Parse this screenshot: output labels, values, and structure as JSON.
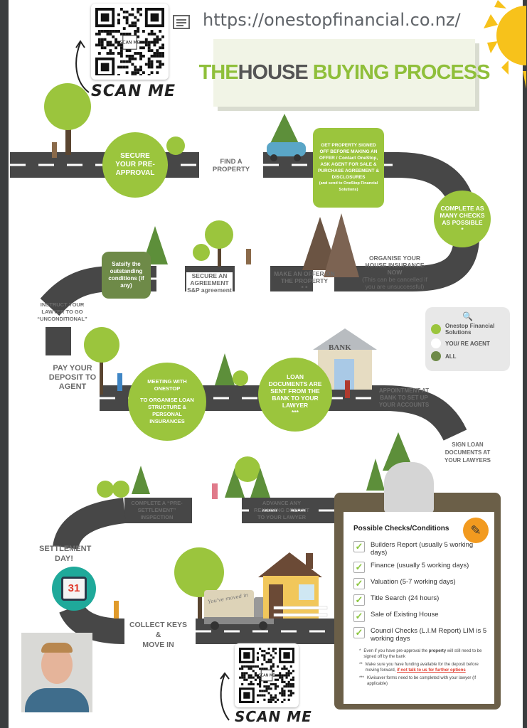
{
  "header": {
    "url": "https://onestopfinancial.co.nz/",
    "title_parts": [
      "THE ",
      "HOUSE",
      " BUYING PROCESS"
    ],
    "scan_me": "SCAN ME",
    "qr_badge": "SCAN ME"
  },
  "colors": {
    "green": "#9bc53d",
    "dark_green": "#6e8a48",
    "road": "#474747",
    "label_gray": "#6b6b6b",
    "sun": "#f7c21b",
    "clipboard": "#6b5f48"
  },
  "steps": {
    "pre_approval": "SECURE YOUR PRE-APPROVAL",
    "find_property": "FIND A PROPERTY",
    "signed_off": [
      "GET PROPERTY SIGNED OFF BEFORE MAKING AN OFFER / Contact OneStop,",
      "ASK AGENT FOR SALE & PURCHASE AGREEMENT & DISCLOSURES",
      "(and send to OneStop Financial Solutions)"
    ],
    "complete_checks": "COMPLETE AS MANY CHECKS AS POSSIBLE",
    "complete_checks_mark": "*",
    "insurance": "ORGANISE YOUR HOUSE INSURANCE NOW",
    "insurance_note": "(This can be cancelled if you are unsuccessful)",
    "make_offer": "MAKE AN OFFER ON THE PROPERTY",
    "make_offer_mark": "* *",
    "secure_agreement": "SECURE AN AGREEMENT",
    "secure_agreement_sub": "S&P agreement",
    "satisfy": "Satsify the outstanding conditions (if any)",
    "unconditional": "INSTRUCT YOUR LAWYER TO GO “UNCONDITIONAL”",
    "deposit": "PAY YOUR DEPOSIT TO AGENT",
    "meeting": "MEETING WITH ONESTOP",
    "meeting_sub": "TO ORGANISE LOAN STRUCTURE & PERSONAL INSURANCES",
    "loan_docs": "LOAN DOCUMENTS ARE SENT FROM THE BANK TO YOUR LAWYER",
    "loan_docs_mark": "***",
    "bank": "BANK",
    "appointment": "APPOINTMENT AT BANK TO SET UP YOUR ACCOUNTS",
    "sign_docs": "SIGN LOAN DOCUMENTS AT YOUR LAWYERS",
    "advance": "ADVANCE ANY REMAINING DEPOSIT TO YOUR LAWYER",
    "pre_settlement": "COMPLETE A “PRE-SETTLEMENT” INSPECTION",
    "settlement": "SETTLEMENT DAY!",
    "calendar_day": "31",
    "collect_keys": [
      "COLLECT KEYS",
      "&",
      "MOVE IN"
    ],
    "truck_text": "You've moved in"
  },
  "legend": {
    "items": [
      {
        "label": "Onestop Financial Solutions",
        "color": "#9bc53d"
      },
      {
        "label": "YOU/ RE AGENT",
        "color": "#ffffff"
      },
      {
        "label": "ALL",
        "color": "#6e8a48"
      }
    ]
  },
  "checklist": {
    "title": "Possible Checks/Conditions",
    "items": [
      "Builders Report (usually 5 working days)",
      "Finance (usually 5 working days)",
      "Valuation (5-7 working days)",
      "Title Search (24 hours)",
      "Sale of Existing House",
      "Council Checks (L.I.M Report) LIM is 5 working days"
    ],
    "notes": [
      {
        "mark": "*",
        "text_a": "Even if you have pre-approval the ",
        "bold": "property",
        "text_b": " will still need to be signed off by the bank"
      },
      {
        "mark": "**",
        "text_a": "Make sure you have funding available for the deposit before moving forward, ",
        "link": "if not talk to us for further options"
      },
      {
        "mark": "***",
        "text_a": "Kiwisaver forms need to be completed with your lawyer (if applicable)"
      }
    ]
  }
}
